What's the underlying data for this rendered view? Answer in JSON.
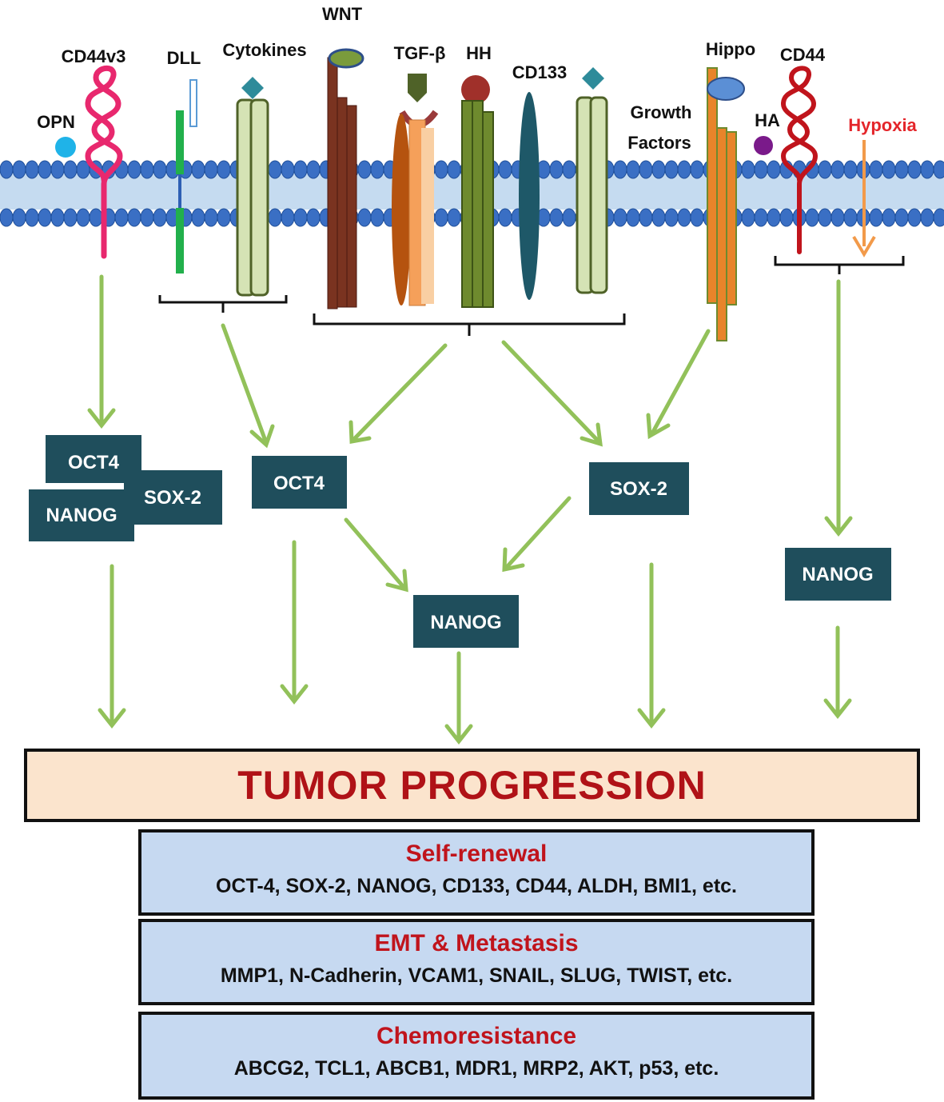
{
  "receptors": {
    "cd44v3": "CD44v3",
    "opn": "OPN",
    "dll": "DLL",
    "cytokines": "Cytokines",
    "wnt": "WNT",
    "tgfb": "TGF-β",
    "hh": "HH",
    "cd133": "CD133",
    "growth_factors_line1": "Growth",
    "growth_factors_line2": "Factors",
    "hippo": "Hippo",
    "cd44": "CD44",
    "ha": "HA",
    "hypoxia": "Hypoxia"
  },
  "transcription_factors": {
    "cluster_oct4": "OCT4",
    "cluster_sox2": "SOX-2",
    "cluster_nanog": "NANOG",
    "left_oct4": "OCT4",
    "right_sox2": "SOX-2",
    "center_nanog": "NANOG",
    "far_right_nanog": "NANOG"
  },
  "tumor_progression": "TUMOR PROGRESSION",
  "panels": [
    {
      "title": "Self-renewal",
      "items": "OCT-4, SOX-2, NANOG, CD133, CD44, ALDH, BMI1, etc."
    },
    {
      "title": "EMT & Metastasis",
      "items": "MMP1, N-Cadherin, VCAM1, SNAIL, SLUG, TWIST, etc."
    },
    {
      "title": "Chemoresistance",
      "items": "ABCG2, TCL1, ABCB1, MDR1, MRP2, AKT, p53, etc."
    }
  ],
  "colors": {
    "membrane": "#3a6fc4",
    "arrow": "#92c15a",
    "tf_box": "#1f4e5c",
    "hypoxia": "#e4252a",
    "title_red": "#b01217",
    "panel_fill": "#c6d9f1",
    "tumor_fill": "#fbe4cd"
  }
}
